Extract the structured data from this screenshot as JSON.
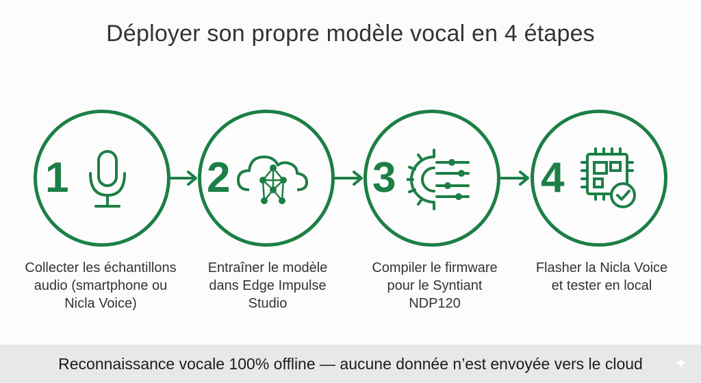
{
  "title": "Déployer son propre modèle vocal en 4 étapes",
  "steps": [
    {
      "number": "1",
      "icon": "microphone-icon",
      "label": [
        "Collecter les échantillons",
        "audio (smartphone ou",
        "Nicla Voice)"
      ]
    },
    {
      "number": "2",
      "icon": "cloud-neural-network-icon",
      "label": [
        "Entraîner le modèle",
        "dans Edge Impulse",
        "Studio"
      ]
    },
    {
      "number": "3",
      "icon": "gear-circuit-icon",
      "label": [
        "Compiler le firmware",
        "pour le Syntiant",
        "NDP120"
      ]
    },
    {
      "number": "4",
      "icon": "chip-check-icon",
      "label": [
        "Flasher la Nicla Voice",
        "et tester en local"
      ]
    }
  ],
  "footer": "Reconnaissance vocale 100% offline — aucune donnée n’est envoyée vers le cloud",
  "colors": {
    "accent": "#1c7f45",
    "footer_bg": "#e8e8e8"
  }
}
